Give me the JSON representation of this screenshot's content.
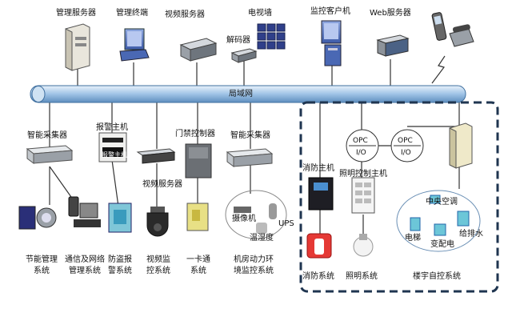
{
  "network": {
    "backbone_label": "局域网"
  },
  "top_devices": {
    "mgmt_server": "管理服务器",
    "mgmt_terminal": "管理终端",
    "video_server": "视频服务器",
    "tv_wall": "电视墙",
    "decoder": "解码器",
    "monitor_client": "监控客户机",
    "web_server": "Web服务器"
  },
  "field_devices": {
    "smart_collector_1": "智能采集器",
    "alarm_host": "报警主机",
    "alarm_panel_text": "报警主机",
    "door_controller": "门禁控制器",
    "smart_collector_2": "智能采集器",
    "video_server_2": "视频服务器",
    "camera": "摄像机",
    "temp_humidity": "温湿度",
    "ups": "UPS"
  },
  "bottom_systems": {
    "energy": "节能管理\n系统",
    "comm": "通信及网络\n管理系统",
    "burglar": "防盗报\n警系统",
    "video": "视频监\n控系统",
    "card": "一卡通\n系统",
    "env": "机房动力环\n境监控系统"
  },
  "bms": {
    "opc_1": "OPC",
    "io_1": "I/O",
    "opc_2": "OPC",
    "io_2": "I/O",
    "fire_host": "消防主机",
    "lighting_host": "照明控制主机",
    "central_ac": "中央空调",
    "elevator": "电梯",
    "substation": "变配电",
    "water": "给排水",
    "fire_system": "消防系统",
    "lighting_system": "照明系统",
    "bms_system": "楼宇自控系统"
  },
  "colors": {
    "backbone": "#9fc3e6",
    "backbone_edge": "#3f6f9f",
    "lines": "#333333",
    "bms_border": "#1f3550",
    "device_gray": "#8d939a",
    "device_blue": "#4a68b4"
  }
}
